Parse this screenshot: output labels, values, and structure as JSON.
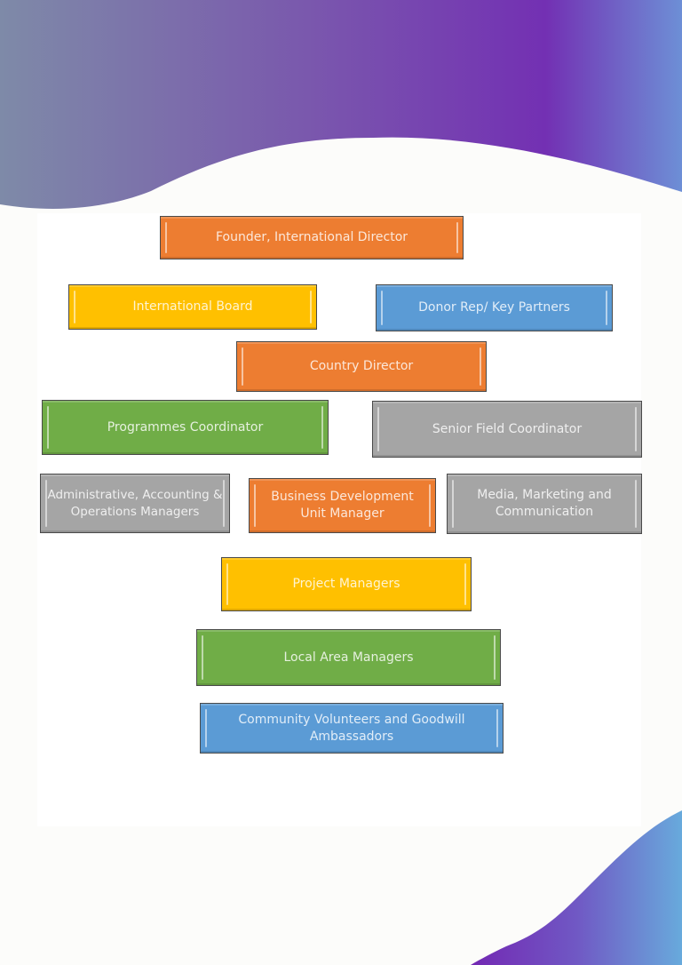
{
  "document": {
    "type": "organizational-chart",
    "palette": {
      "orange": "#ed7d31",
      "yellow": "#ffc000",
      "blue": "#5b9bd5",
      "green": "#70ad47",
      "gray": "#a5a5a5",
      "wave_gradient_start": "#7e8aa8",
      "wave_gradient_mid": "#7330b3",
      "wave_gradient_end": "#6ba6da"
    }
  },
  "org_chart": {
    "nodes": [
      {
        "id": "founder",
        "label": "Founder, International Director",
        "color": "orange"
      },
      {
        "id": "international-board",
        "label": "International Board",
        "color": "yellow"
      },
      {
        "id": "donor-rep",
        "label": "Donor Rep/ Key Partners",
        "color": "blue"
      },
      {
        "id": "country-director",
        "label": "Country Director",
        "color": "orange"
      },
      {
        "id": "programmes-coordinator",
        "label": "Programmes Coordinator",
        "color": "green"
      },
      {
        "id": "senior-field-coordinator",
        "label": "Senior Field Coordinator",
        "color": "gray"
      },
      {
        "id": "admin-managers",
        "label": "Administrative, Accounting & Operations Managers",
        "color": "gray"
      },
      {
        "id": "business-development",
        "label": "Business Development Unit Manager",
        "color": "orange"
      },
      {
        "id": "media-marketing",
        "label": "Media, Marketing and Communication",
        "color": "gray"
      },
      {
        "id": "project-managers",
        "label": "Project Managers",
        "color": "yellow"
      },
      {
        "id": "local-area-managers",
        "label": "Local Area Managers",
        "color": "green"
      },
      {
        "id": "community-volunteers",
        "label": "Community Volunteers and Goodwill Ambassadors",
        "color": "blue"
      }
    ]
  }
}
